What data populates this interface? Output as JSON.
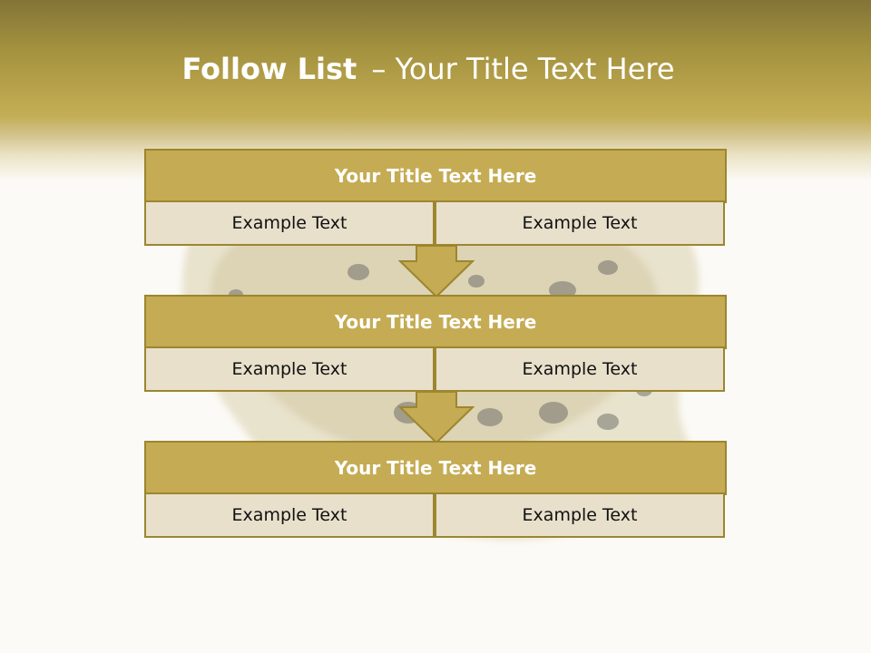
{
  "slide": {
    "title_bold": "Follow List",
    "title_rest": "– Your Title Text Here"
  },
  "steps": [
    {
      "title": "Your Title Text Here",
      "left": "Example Text",
      "right": "Example Text"
    },
    {
      "title": "Your Title Text Here",
      "left": "Example Text",
      "right": "Example Text"
    },
    {
      "title": "Your Title Text Here",
      "left": "Example Text",
      "right": "Example Text"
    }
  ],
  "colors": {
    "header_top": "#837437",
    "header_band": "#bda74f",
    "title_bar": "#c5ab53",
    "border": "#9c862f",
    "cell": "#e8e0cb",
    "background": "#fbfaf6"
  }
}
